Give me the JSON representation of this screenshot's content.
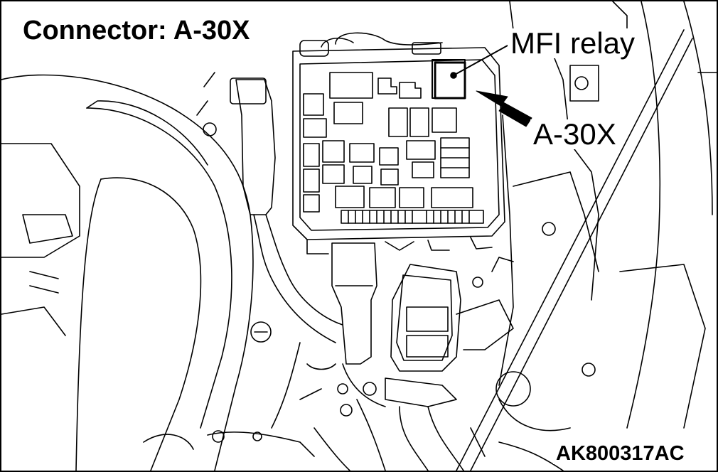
{
  "title": "Connector: A-30X",
  "callouts": {
    "relay_label": "MFI relay",
    "connector_label": "A-30X"
  },
  "figure_code": "AK800317AC",
  "colors": {
    "line": "#000000",
    "background": "#ffffff"
  }
}
